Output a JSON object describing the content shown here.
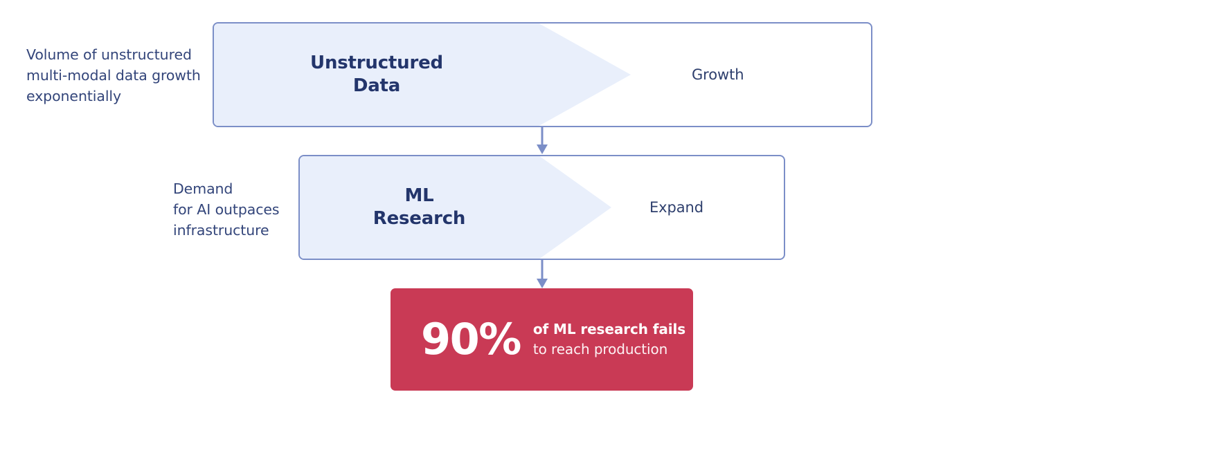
{
  "diagram": {
    "title": "Unstructured data growth and ML research funnel",
    "colors": {
      "accent_border": "#7b8ec7",
      "chevron_fill": "#e9effb",
      "text_navy": "#23356b",
      "caption_navy": "#33457a",
      "stat_red": "#c93a55",
      "stat_text": "#ffffff",
      "background": "#ffffff"
    },
    "captions": [
      {
        "id": "caption-1",
        "text": "Volume of unstructured\nmulti-modal data growth\nexponentially"
      },
      {
        "id": "caption-2",
        "text": "Demand\nfor AI outpaces\ninfrastructure"
      }
    ],
    "banners": [
      {
        "id": "banner-1",
        "label": "Unstructured\nData",
        "right_label": "Growth"
      },
      {
        "id": "banner-2",
        "label": "ML\nResearch",
        "right_label": "Expand"
      }
    ],
    "connectors": [
      {
        "id": "connector-1",
        "icon": "arrow-down-icon"
      },
      {
        "id": "connector-2",
        "icon": "arrow-down-icon"
      }
    ],
    "stat": {
      "value": "90%",
      "headline": "of ML research fails",
      "subline": "to reach production"
    }
  }
}
